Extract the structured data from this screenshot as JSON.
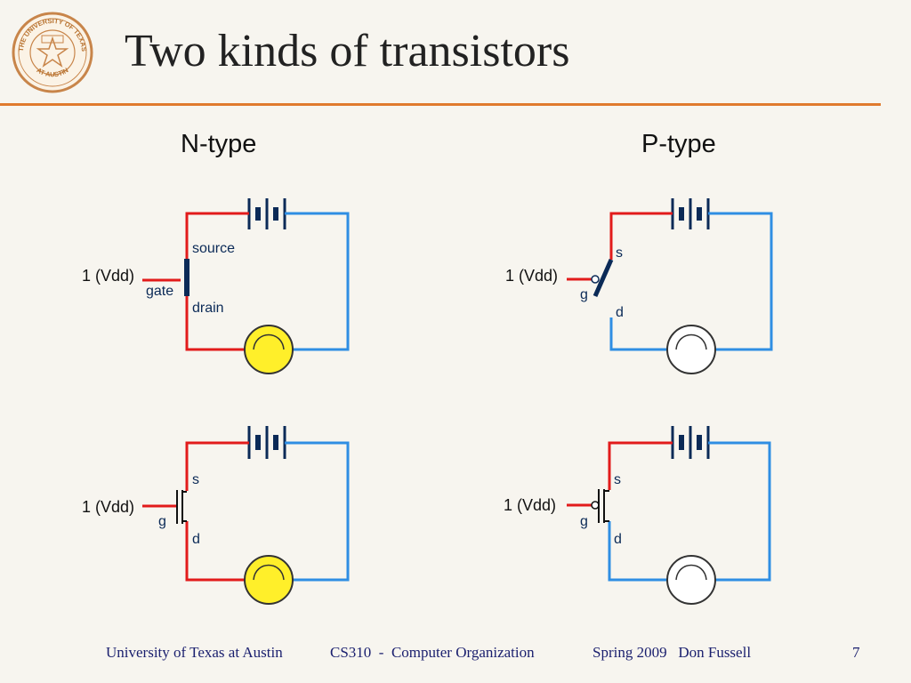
{
  "title": "Two kinds of transistors",
  "columns": {
    "left": "N-type",
    "right": "P-type"
  },
  "colors": {
    "wire_red": "#e21b1b",
    "wire_blue": "#2f8ee3",
    "battery": "#0b2a57",
    "bulb_on": "#ffef2a",
    "bulb_off": "#ffffff",
    "accent_rule": "#e07a2e",
    "footer_text": "#1a1f6e"
  },
  "circuits": [
    {
      "id": "n-top",
      "input": "1 (Vdd)",
      "labels": {
        "source": "source",
        "gate": "gate",
        "drain": "drain"
      },
      "bulb": "on"
    },
    {
      "id": "p-top",
      "input": "1 (Vdd)",
      "labels": {
        "source": "s",
        "gate": "g",
        "drain": "d"
      },
      "bulb": "off"
    },
    {
      "id": "n-bottom",
      "input": "1 (Vdd)",
      "labels": {
        "source": "s",
        "gate": "g",
        "drain": "d"
      },
      "bulb": "on"
    },
    {
      "id": "p-bottom",
      "input": "1 (Vdd)",
      "labels": {
        "source": "s",
        "gate": "g",
        "drain": "d"
      },
      "bulb": "off"
    }
  ],
  "footer": {
    "institution": "University of Texas at Austin",
    "course": "CS310  -  Computer Organization",
    "term_author": "Spring 2009   Don Fussell",
    "page": "7"
  },
  "logo": {
    "name": "university-seal-icon",
    "text_top": "THE UNIVERSITY OF TEXAS",
    "text_bottom": "AT AUSTIN"
  }
}
